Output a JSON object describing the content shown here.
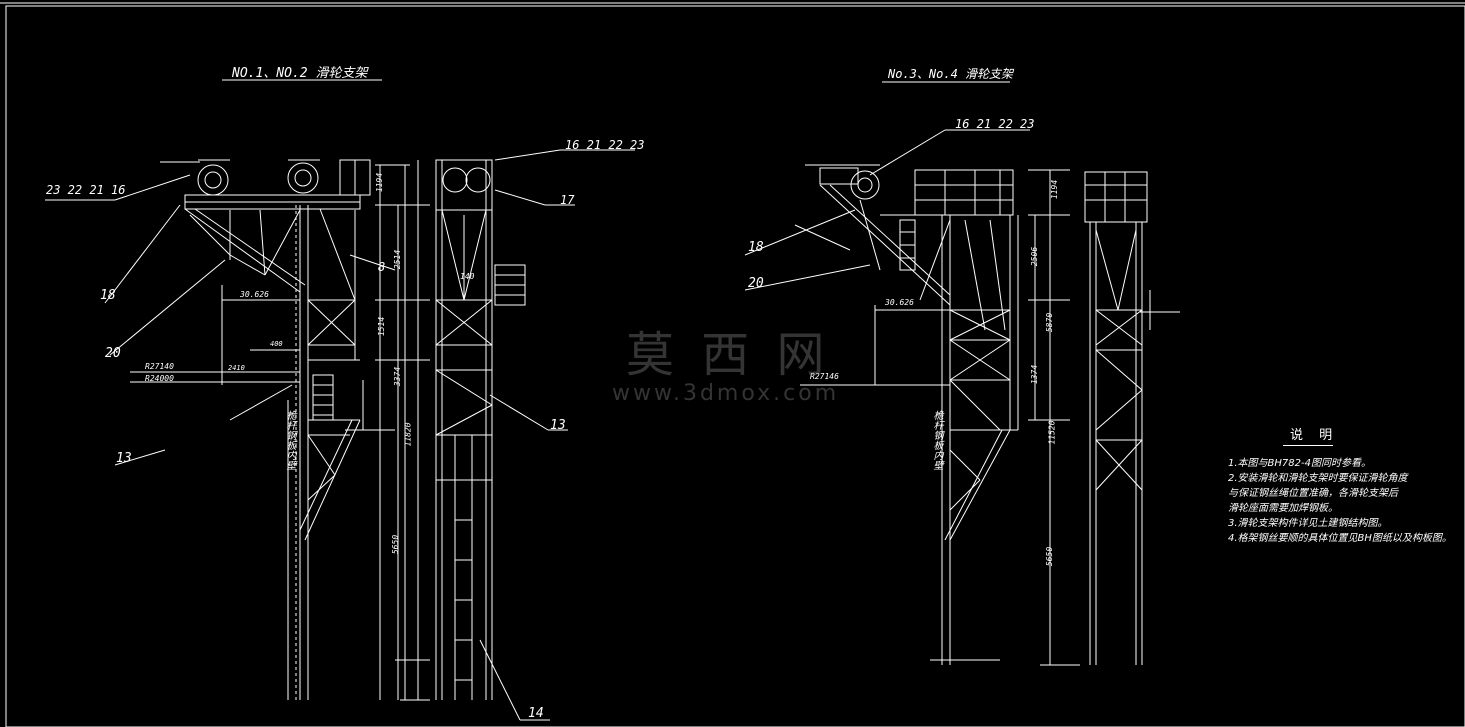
{
  "titles": {
    "left": "NO.1、NO.2 滑轮支架",
    "right": "No.3、No.4 滑轮支架"
  },
  "left_labels": {
    "callout_23_22_21_16": "23 22 21 16",
    "callout_16_21_22_23": "16 21 22 23",
    "callout_17": "17",
    "callout_8": "8",
    "callout_18": "18",
    "callout_20": "20",
    "callout_13a": "13",
    "callout_13b": "13",
    "callout_14": "14",
    "dim_1194": "1194",
    "dim_2514": "2514",
    "dim_1514": "1514",
    "dim_3374": "3374",
    "dim_11820": "11820",
    "dim_5650": "5650",
    "dim_140": "140",
    "dim_30_626": "30.626",
    "dim_400": "400",
    "dim_2410": "2410",
    "dim_r27140": "R27140",
    "dim_r24000": "R24000",
    "side_text": "桅杆钢板内壁"
  },
  "right_labels": {
    "callout_16_21_22_23": "16 21 22 23",
    "callout_18": "18",
    "callout_20": "20",
    "dim_1194": "1194",
    "dim_2506": "2506",
    "dim_5870": "5870",
    "dim_1374": "1374",
    "dim_11520": "11520",
    "dim_5650": "5650",
    "dim_30_626": "30.626",
    "dim_r27146": "R27146",
    "side_text": "桅杆钢板内壁"
  },
  "notes": {
    "title": "说  明",
    "items": [
      "1.本图与BH782-4图同时参看。",
      "2.安装滑轮和滑轮支架时要保证滑轮角度",
      "  与保证钢丝绳位置准确，各滑轮支架后",
      "  滑轮座面需要加焊钢板。",
      "3.滑轮支架构件详见土建钢结构图。",
      "4.格架钢丝要顺的具体位置见BH图纸以及构板图。"
    ]
  },
  "watermark": {
    "cn": "莫 西 网",
    "url": "www.3dmox.com"
  },
  "colors": {
    "background": "#000000",
    "lines": "#ffffff",
    "watermark": "#9a9a9a"
  }
}
